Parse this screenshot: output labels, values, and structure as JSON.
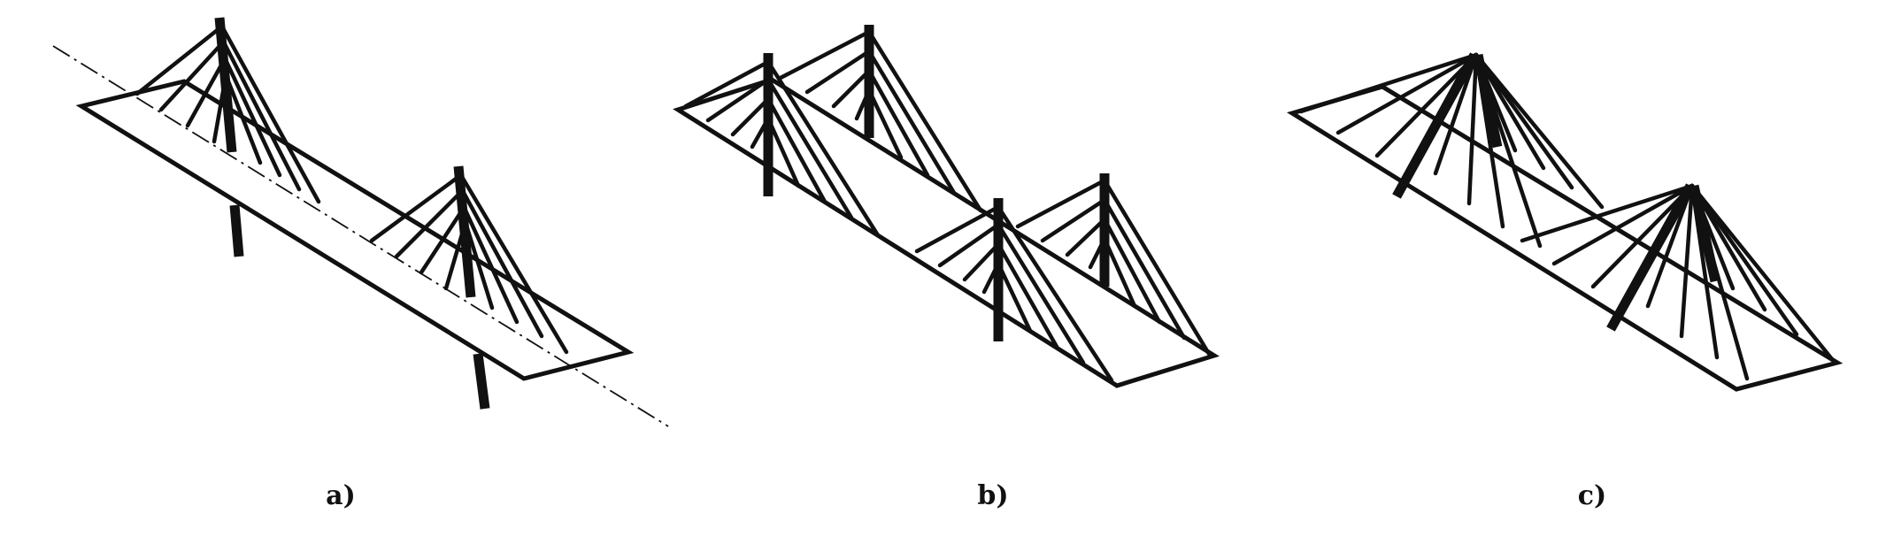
{
  "figure": {
    "panels": [
      {
        "id": "a",
        "label": "a)"
      },
      {
        "id": "b",
        "label": "b)"
      },
      {
        "id": "c",
        "label": "c)"
      }
    ],
    "colors": {
      "line": "#111111",
      "background": "#ffffff"
    }
  }
}
